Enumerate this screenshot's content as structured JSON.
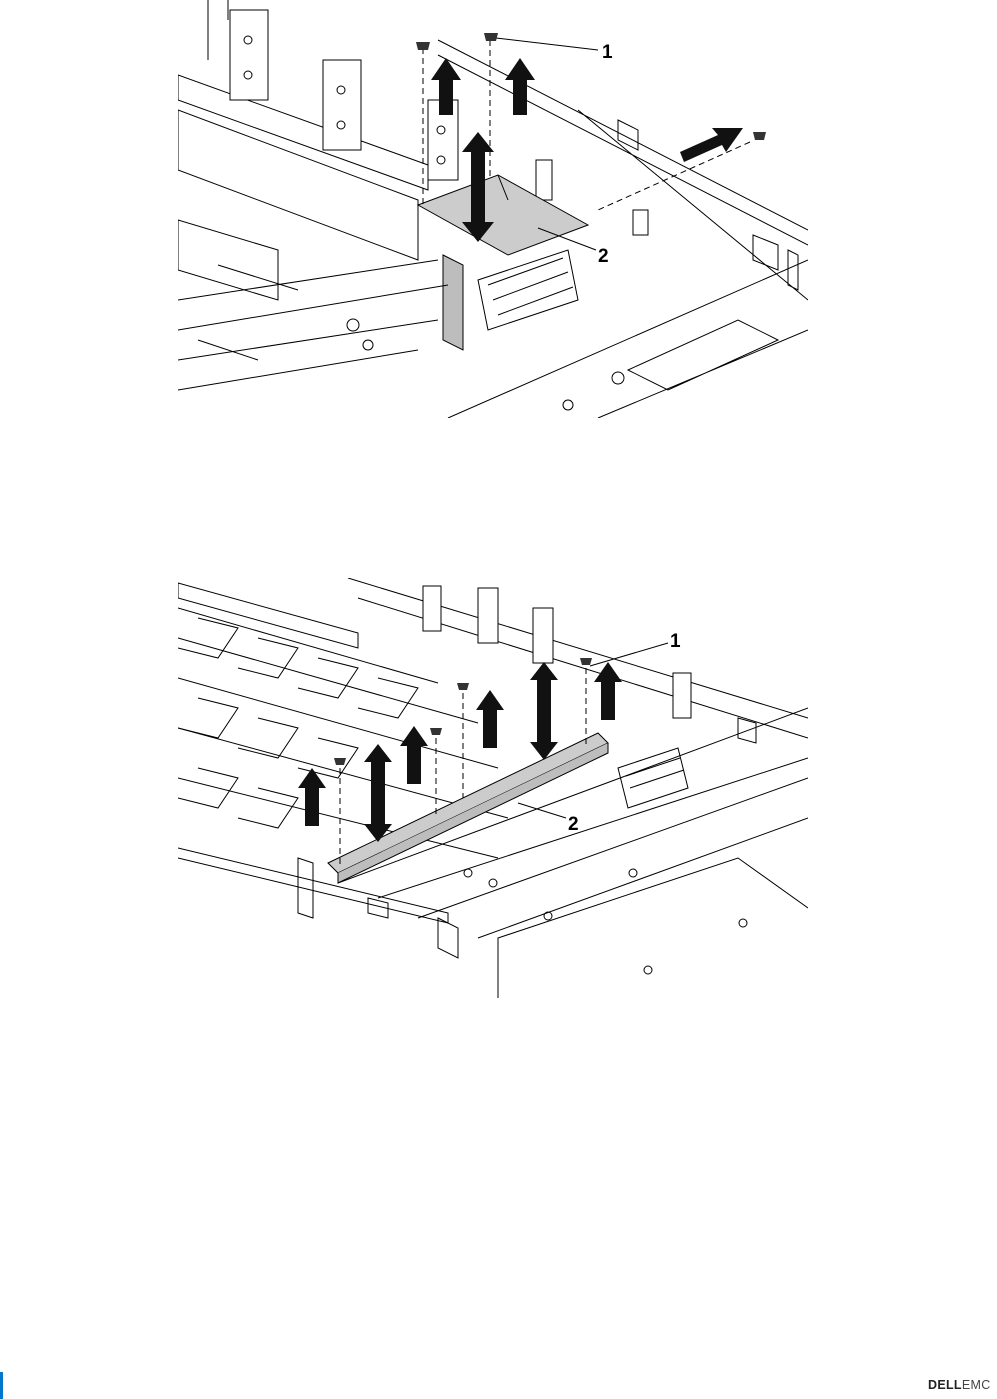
{
  "figures": [
    {
      "callouts": {
        "one": "1",
        "two": "2"
      }
    },
    {
      "callouts": {
        "one": "1",
        "two": "2"
      }
    }
  ],
  "footer": {
    "logo_dell": "DELL",
    "logo_emc": "EMC",
    "accent_color": "#0076ce"
  },
  "icons": {
    "screw": "screw-icon",
    "lift_arrow": "arrow-up-icon",
    "double_arrow": "double-arrow-icon",
    "slide_arrow": "arrow-diagonal-icon"
  }
}
